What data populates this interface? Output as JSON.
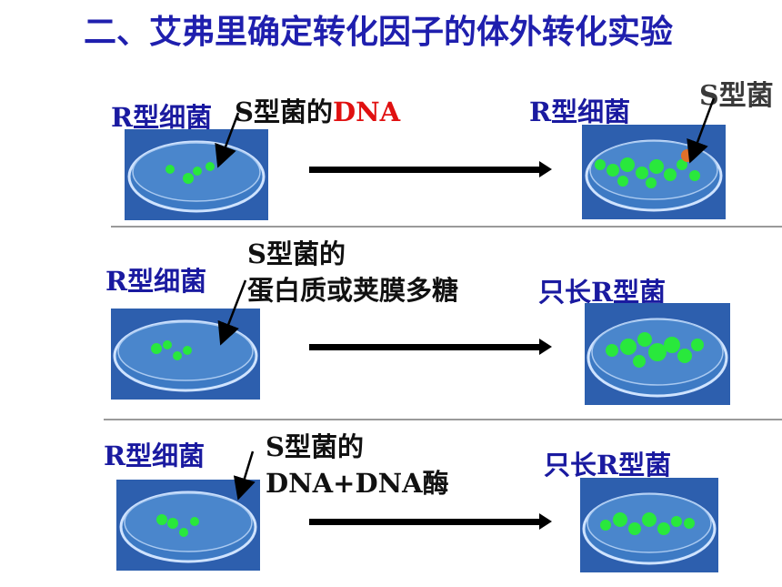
{
  "title": "二、艾弗里确定转化因子的体外转化实验",
  "rows": [
    {
      "left_label": "R型细菌",
      "added_prefix": "S型菌的",
      "added_highlight": "DNA",
      "result_label": "R型细菌",
      "s_label": "S型菌"
    },
    {
      "left_label": "R型细菌",
      "added_line1": "S型菌的",
      "added_line2": "蛋白质或荚膜多糖",
      "result_label": "只长R型菌"
    },
    {
      "left_label": "R型细菌",
      "added_line1": "S型菌的",
      "added_line2": "DNA+DNA酶",
      "result_label": "只长R型菌"
    }
  ],
  "colors": {
    "title": "#1f1fae",
    "highlight": "#e01010",
    "dish_bg": "#2d5fae",
    "colony": "#29e83c",
    "s_colony": "#e0702a"
  }
}
